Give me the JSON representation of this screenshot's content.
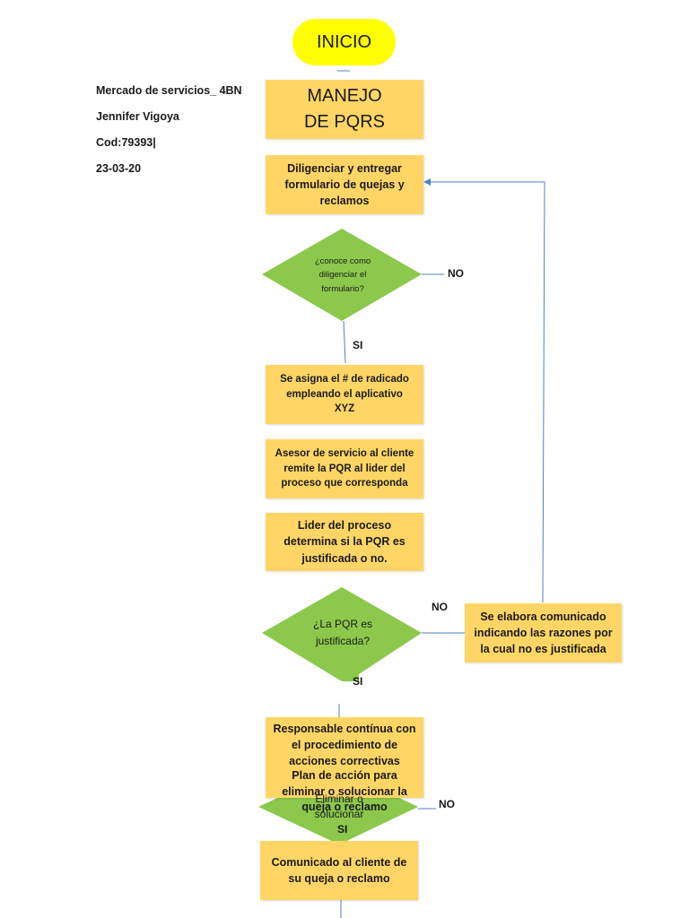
{
  "header": {
    "line1": "Mercado de servicios_ 4BN",
    "line2": "Jennifer Vigoya",
    "line3": "Cod:79393|",
    "line4": "23-03-20"
  },
  "flow": {
    "start": "INICIO",
    "title": "MANEJO DE PQRS",
    "step_form": "Diligenciar y entregar formulario de quejas y reclamos",
    "decision_knows": "¿conoce como diligenciar el formulario?",
    "label_no_1": "NO",
    "label_si_1": "SI",
    "step_radicado": "Se asigna el # de radicado empleando el aplicativo XYZ",
    "step_asesor": "Asesor de servicio al cliente remite la PQR al lider del proceso que corresponda",
    "step_lider": "Lider del proceso determina si la PQR es justificada o no.",
    "decision_justified": "¿La PQR es justificada?",
    "label_no_2": "NO",
    "label_si_2": "SI",
    "step_comunicado": "Se elabora comunicado indicando las razones por la cual no es justificada",
    "step_responsable": "Responsable contínua con el procedimiento de acciones correctivas",
    "step_plan": "Plan de acción para eliminar o solucionar la queja o reclamo",
    "decision_eliminate": "Eliminar o solucionar",
    "label_no_3": "NO",
    "label_si_3": "SI",
    "step_final": "Comunicado al cliente de su queja o reclamo"
  },
  "colors": {
    "process_fill": "#ffd666",
    "decision_fill": "#8cc84b",
    "start_fill": "#ffff00",
    "connector": "#4f81bd"
  }
}
